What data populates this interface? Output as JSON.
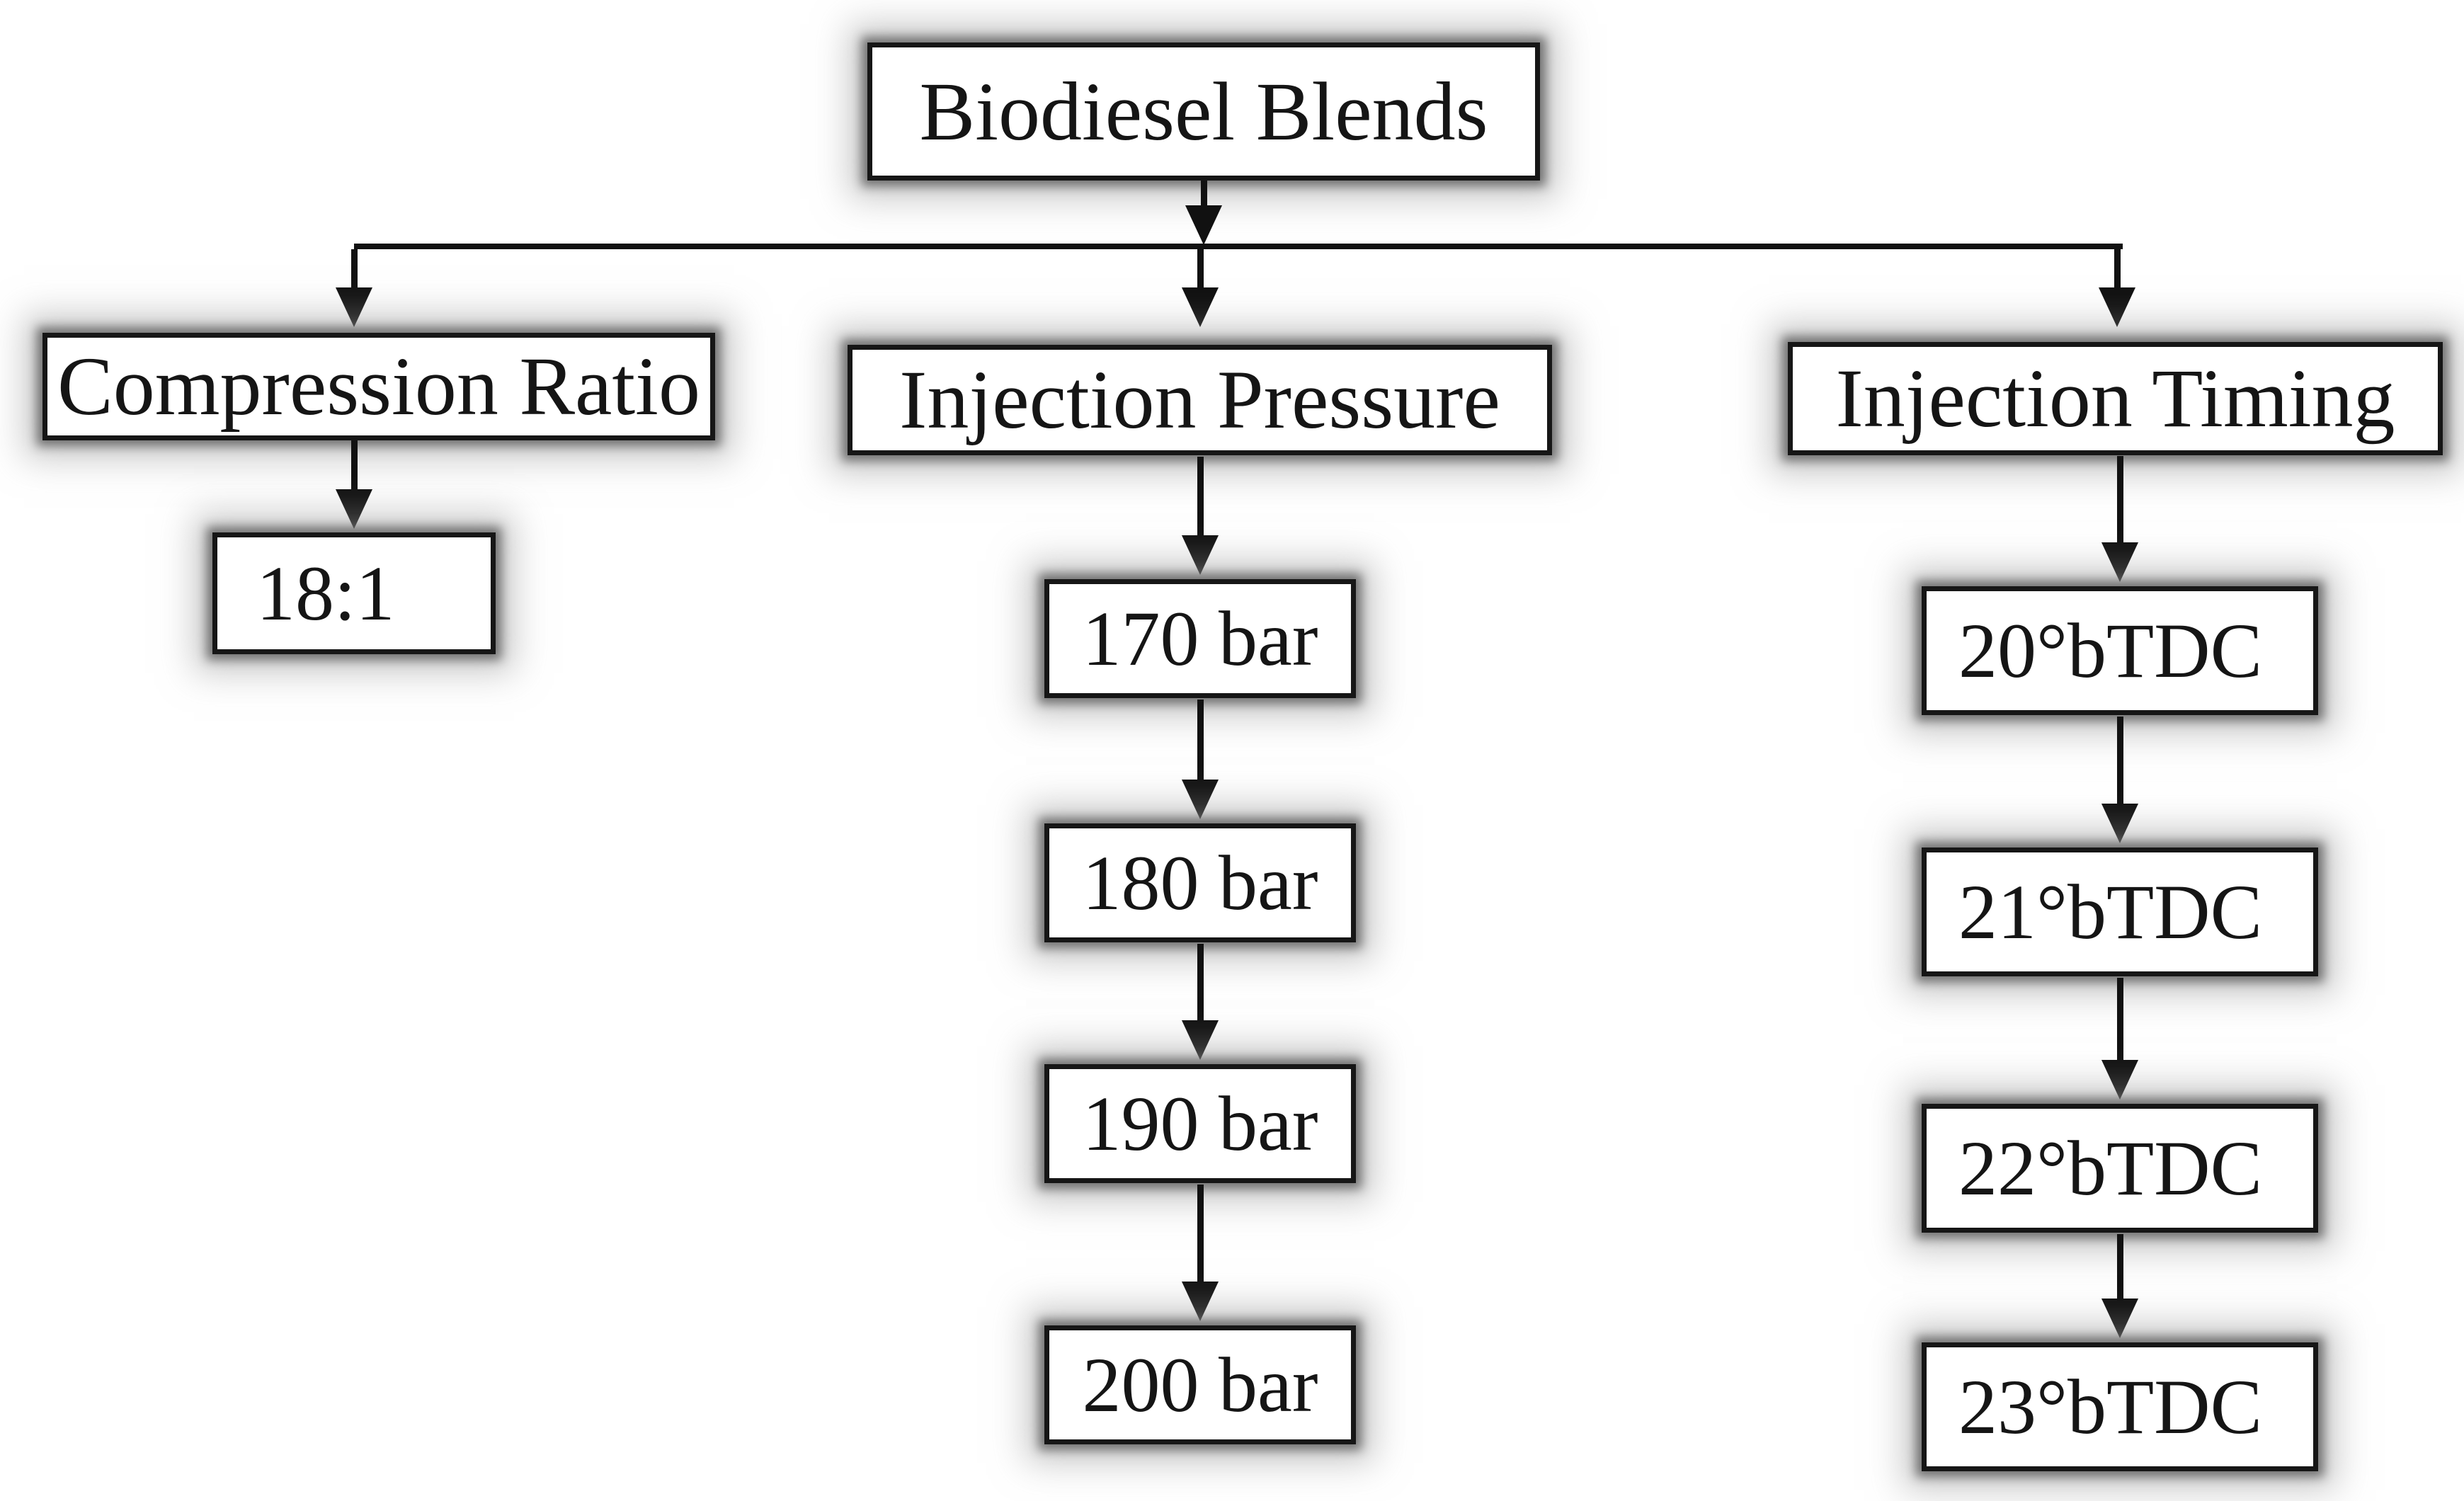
{
  "diagram": {
    "root": {
      "label": "Biodiesel Blends"
    },
    "columns": [
      {
        "header": "Compression Ratio",
        "values": [
          "18:1"
        ]
      },
      {
        "header": "Injection Pressure",
        "values": [
          "170 bar",
          "180 bar",
          "190 bar",
          "200 bar"
        ]
      },
      {
        "header": "Injection Timing",
        "values": [
          "20°bTDC",
          "21°bTDC",
          "22°bTDC",
          "23°bTDC"
        ]
      }
    ],
    "colors": {
      "background": "#ffffff",
      "box_fill": "#ffffff",
      "box_border": "#161616",
      "connector": "#111111",
      "glow": "#808080",
      "text": "#151515"
    }
  }
}
